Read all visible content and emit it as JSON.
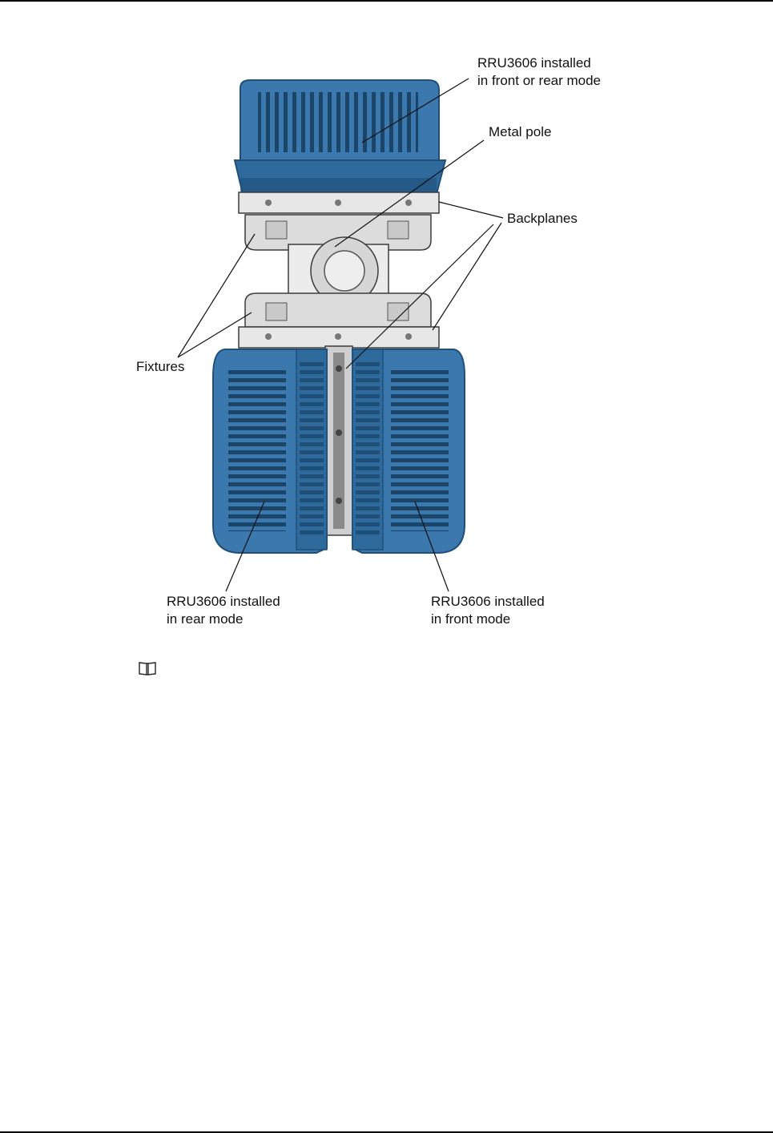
{
  "figure": {
    "labels": {
      "rru_top_line1": "RRU3606 installed",
      "rru_top_line2": "in front or rear mode",
      "metal_pole": "Metal pole",
      "backplanes": "Backplanes",
      "fixtures": "Fixtures",
      "rru_rear_line1": "RRU3606 installed",
      "rru_rear_line2": "in rear mode",
      "rru_front_line1": "RRU3606 installed",
      "rru_front_line2": "in front mode"
    },
    "colors": {
      "unit_blue": "#3a78ad",
      "unit_blue_dark": "#1f4f7a",
      "metal_grey": "#d9d9d9",
      "outline": "#3c3c3c"
    }
  },
  "note": {
    "icon": "book-icon"
  }
}
